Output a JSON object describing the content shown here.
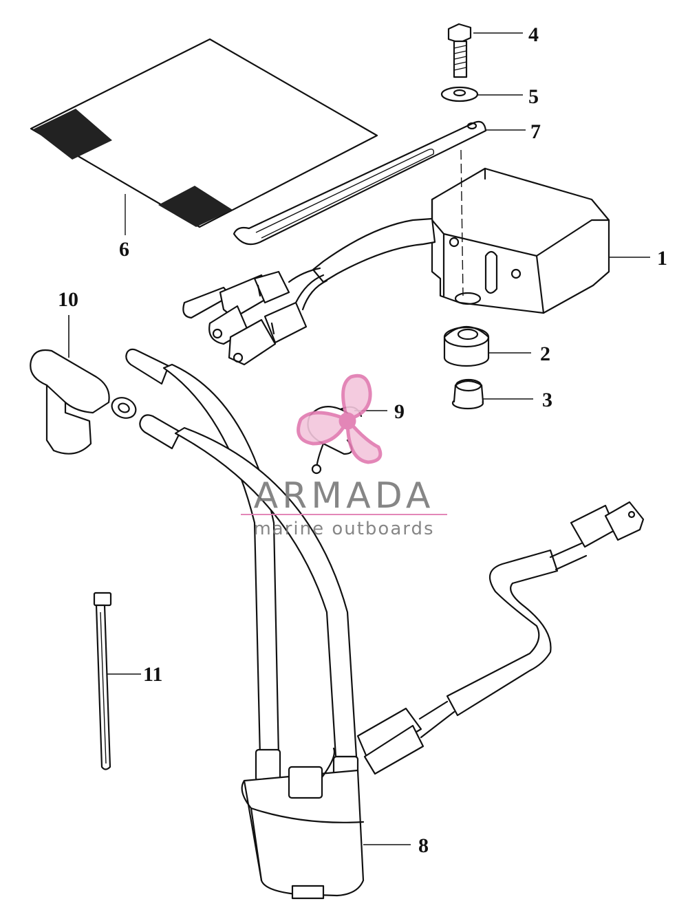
{
  "callouts": [
    "1",
    "2",
    "3",
    "4",
    "5",
    "6",
    "7",
    "8",
    "9",
    "10",
    "11"
  ],
  "watermark": {
    "brand": "ARMADA",
    "tagline": "marine outboards",
    "accent_color": "#e07ab0",
    "text_color": "#7a7a7a"
  }
}
